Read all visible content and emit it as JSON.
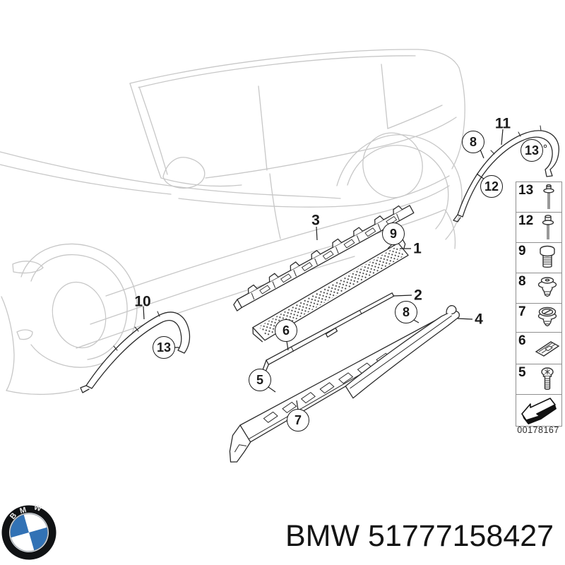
{
  "page": {
    "background": "#ffffff"
  },
  "callouts": {
    "plain": [
      {
        "label": "3"
      },
      {
        "label": "1"
      },
      {
        "label": "2"
      },
      {
        "label": "4"
      },
      {
        "label": "10"
      },
      {
        "label": "11"
      }
    ],
    "circled": [
      {
        "label": "9"
      },
      {
        "label": "8"
      },
      {
        "label": "6"
      },
      {
        "label": "5"
      },
      {
        "label": "7"
      },
      {
        "label": "8"
      },
      {
        "label": "12"
      },
      {
        "label": "13"
      },
      {
        "label": "13"
      }
    ]
  },
  "legend": {
    "rows": [
      {
        "num": "13",
        "icon": "blind-rivet-long-icon"
      },
      {
        "num": "12",
        "icon": "blind-rivet-icon"
      },
      {
        "num": "9",
        "icon": "hex-bolt-icon"
      },
      {
        "num": "8",
        "icon": "expanding-clip-icon"
      },
      {
        "num": "7",
        "icon": "grommet-clip-icon"
      },
      {
        "num": "6",
        "icon": "flat-clip-icon"
      },
      {
        "num": "5",
        "icon": "torx-screw-icon"
      }
    ],
    "direction_icon": "direction-arrow-icon",
    "catalog_number": "00178167"
  },
  "footer": {
    "label": "BMW 51777158427",
    "logo": {
      "letters": [
        "B",
        "M",
        "W"
      ],
      "ring_color": "#101214",
      "blue": "#3272b5",
      "white": "#ffffff"
    }
  },
  "colors": {
    "part_line": "#2b2b2b",
    "car_line": "#c7c7c7",
    "table_border": "#8f8f8f",
    "text": "#141414"
  }
}
